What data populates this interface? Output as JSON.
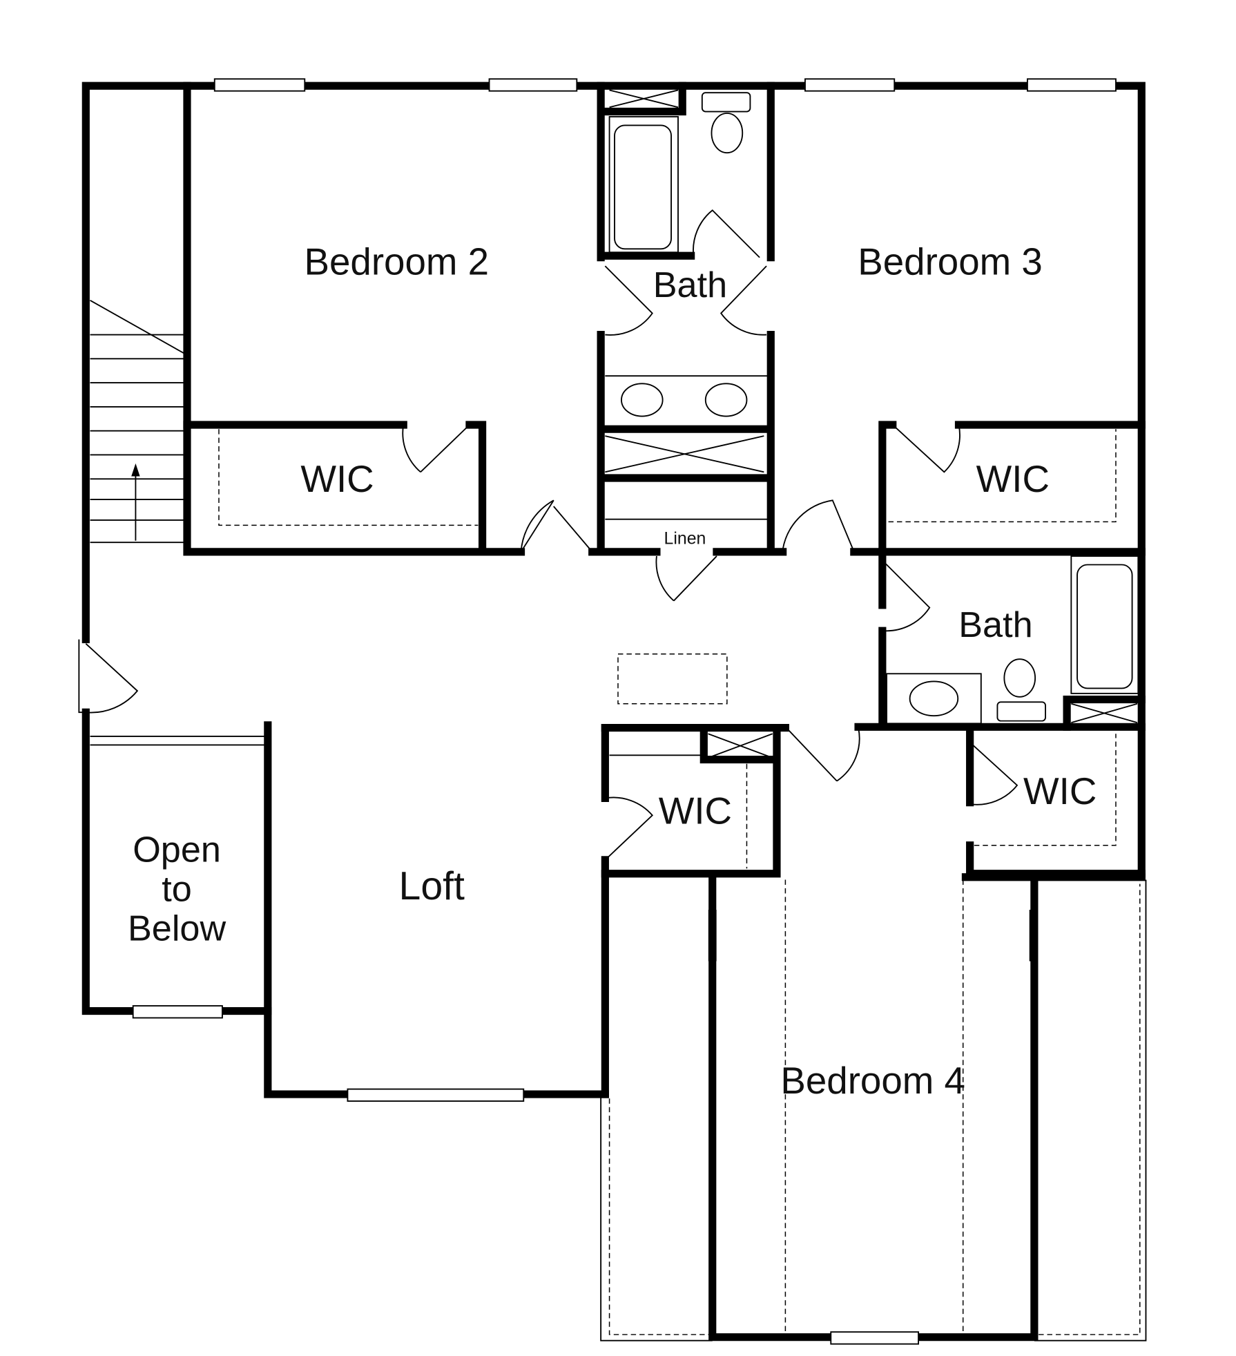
{
  "plan": {
    "rooms": {
      "bedroom2": "Bedroom 2",
      "bedroom3": "Bedroom 3",
      "bedroom4": "Bedroom 4",
      "bath_hall": "Bath",
      "bath_right": "Bath",
      "wic_bed2": "WIC",
      "wic_bed3": "WIC",
      "wic_loft": "WIC",
      "wic_bed4": "WIC",
      "linen": "Linen",
      "loft": "Loft",
      "open_line1": "Open",
      "open_line2": "to",
      "open_line3": "Below"
    }
  }
}
